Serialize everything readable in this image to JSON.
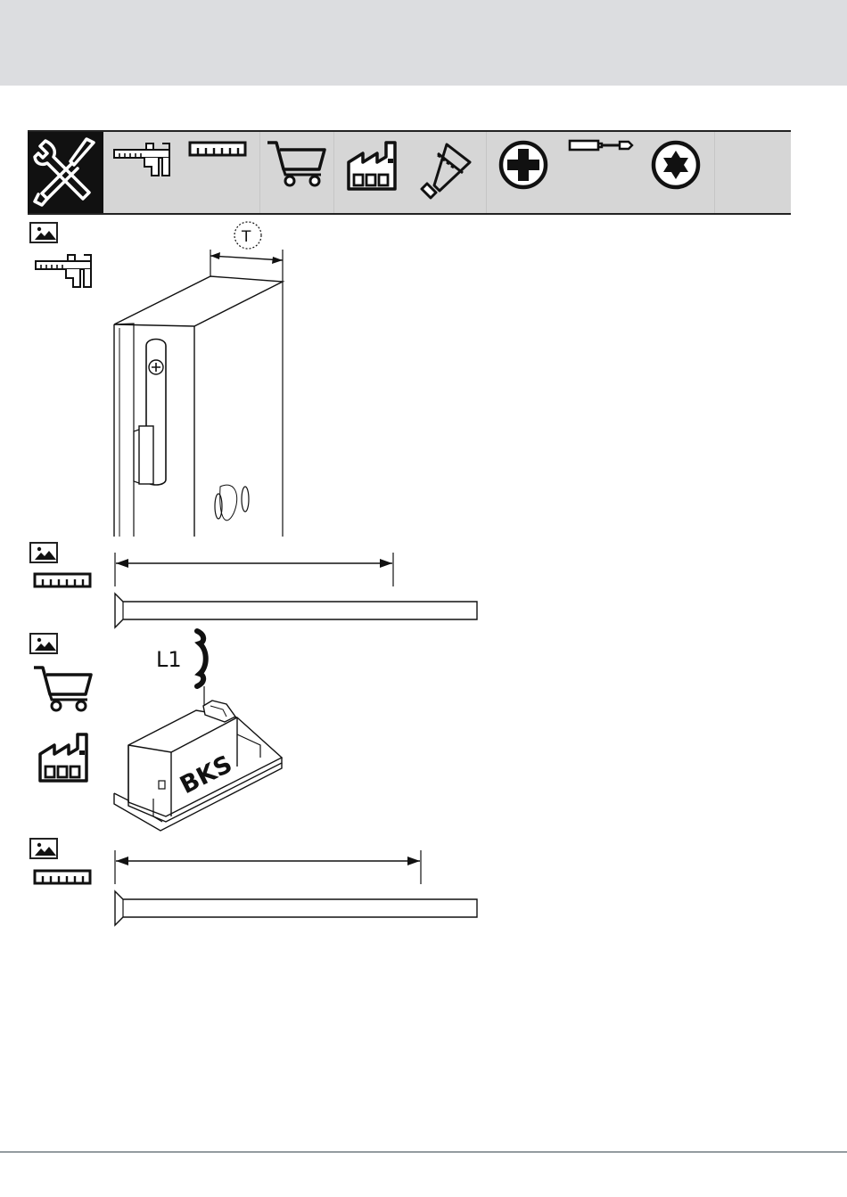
{
  "toolbar": {
    "tools": [
      {
        "icon": "tools-icon",
        "active": true
      },
      {
        "icon": "caliper-icon"
      },
      {
        "icon": "ruler-icon"
      },
      {
        "icon": "shopping-cart-icon"
      },
      {
        "icon": "factory-icon"
      },
      {
        "icon": "hacksaw-icon"
      },
      {
        "icon": "phillips-screw-icon"
      },
      {
        "icon": "screwdriver-icon"
      },
      {
        "icon": "torx-screw-icon"
      }
    ]
  },
  "steps": [
    {
      "icons": [
        "image-icon",
        "caliper-icon"
      ],
      "dimension_label": "T"
    },
    {
      "icons": [
        "image-icon",
        "ruler-icon"
      ]
    },
    {
      "icons": [
        "image-icon",
        "shopping-cart-icon",
        "factory-icon"
      ],
      "part_label": "L1",
      "brand": "BKS"
    },
    {
      "icons": [
        "image-icon",
        "ruler-icon"
      ]
    }
  ],
  "colors": {
    "header_band": "#dcdde0",
    "toolbar_bg": "#d6d6d6",
    "ink": "#111111"
  }
}
